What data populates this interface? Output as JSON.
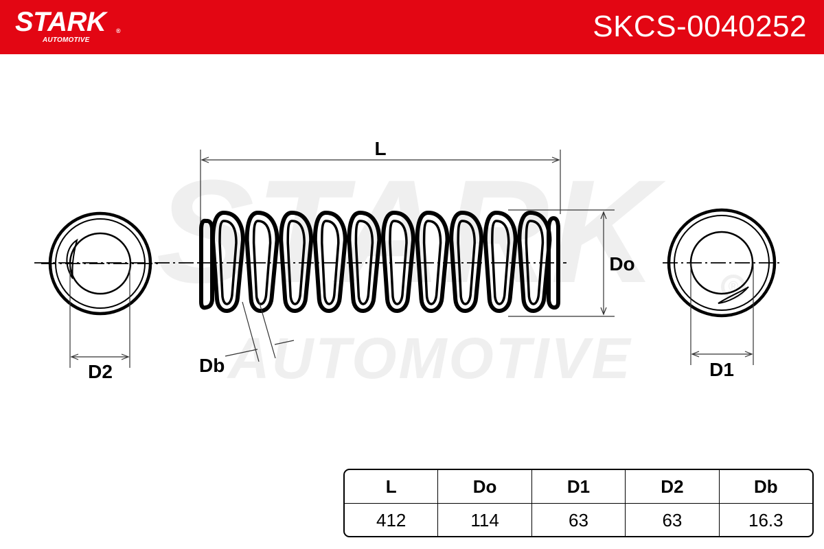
{
  "brand": {
    "name": "STARK",
    "registered": "®",
    "tagline": "AUTOMOTIVE",
    "color": "#e30613"
  },
  "part_number": "SKCS-0040252",
  "watermark": {
    "main": "STARK",
    "sub": "AUTOMOTIVE"
  },
  "diagram": {
    "labels": {
      "length": "L",
      "outer_diameter": "Do",
      "d1": "D1",
      "d2": "D2",
      "wire": "Db"
    }
  },
  "spec_table": {
    "headers": [
      "L",
      "Do",
      "D1",
      "D2",
      "Db"
    ],
    "values": [
      "412",
      "114",
      "63",
      "63",
      "16.3"
    ]
  }
}
